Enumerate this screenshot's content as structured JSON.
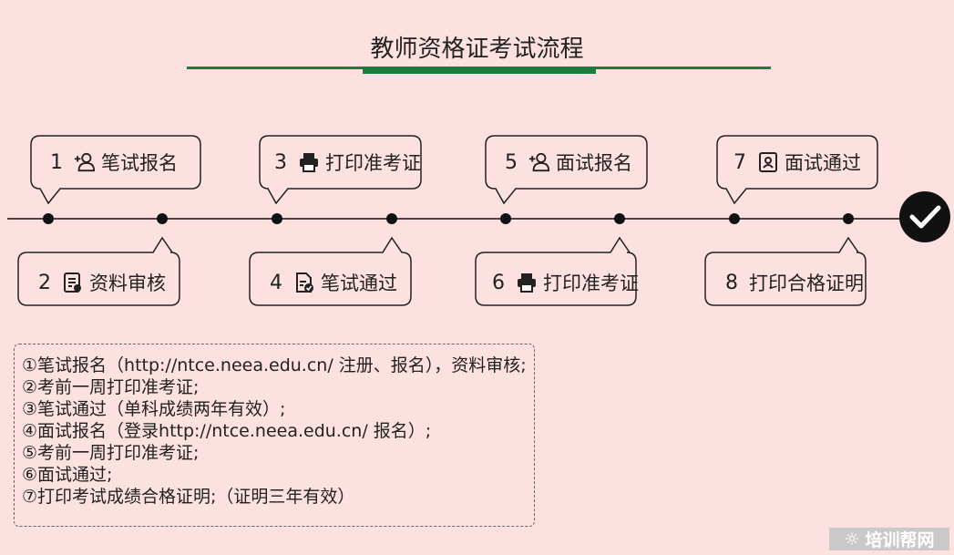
{
  "title": "教师资格证考试流程",
  "steps": [
    {
      "num": "1",
      "label": "笔试报名",
      "icon": "add-user-icon"
    },
    {
      "num": "2",
      "label": "资料审核",
      "icon": "document-icon"
    },
    {
      "num": "3",
      "label": "打印准考证",
      "icon": "printer-icon"
    },
    {
      "num": "4",
      "label": "笔试通过",
      "icon": "document-check-icon"
    },
    {
      "num": "5",
      "label": "面试报名",
      "icon": "add-user-icon"
    },
    {
      "num": "6",
      "label": "打印准考证",
      "icon": "printer-icon"
    },
    {
      "num": "7",
      "label": "面试通过",
      "icon": "id-card-icon"
    },
    {
      "num": "8",
      "label": "打印合格证明",
      "icon": ""
    }
  ],
  "notes": [
    "①笔试报名（http://ntce.neea.edu.cn/ 注册、报名），资料审核;",
    "②考前一周打印准考证;",
    "③笔试通过（单科成绩两年有效）;",
    "④面试报名（登录http://ntce.neea.edu.cn/ 报名）;",
    "⑤考前一周打印准考证;",
    "⑥面试通过;",
    "⑦打印考试成绩合格证明;（证明三年有效）"
  ],
  "watermark": "培训帮网",
  "colors": {
    "background": "#fde0e0",
    "accent": "#1e7b3c",
    "line": "#111111"
  }
}
